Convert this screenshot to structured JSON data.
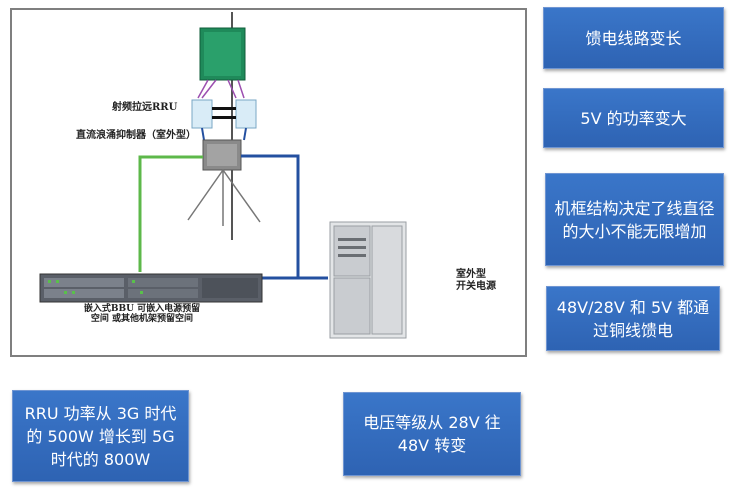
{
  "diagram": {
    "rru_label": "射频拉远RRU",
    "surge_label": "直流浪涌抑制器（室外型）",
    "bbu_label": "嵌入式BBU 可嵌入电源预留空间 或其他机架预留空间",
    "cabinet_label": "室外型 开关电源"
  },
  "callouts": [
    {
      "id": "feeder-longer",
      "text": "馈电线路变长"
    },
    {
      "id": "5v-power",
      "text": "5V 的功率变大"
    },
    {
      "id": "frame-structure",
      "text": "机框结构决定了线直径的大小不能无限增加"
    },
    {
      "id": "copper-feed",
      "text": "48V/28V 和 5V 都通过铜线馈电"
    },
    {
      "id": "rru-power",
      "text": "RRU 功率从 3G 时代的 500W 增长到 5G 时代的 800W"
    },
    {
      "id": "voltage-level",
      "text": "电压等级从 28V 往 48V 转变"
    }
  ],
  "colors": {
    "box_fill": "#3a76c9",
    "green_cable": "#5db84a",
    "blue_cable": "#2450a0",
    "antenna": "#1f8a5a"
  }
}
